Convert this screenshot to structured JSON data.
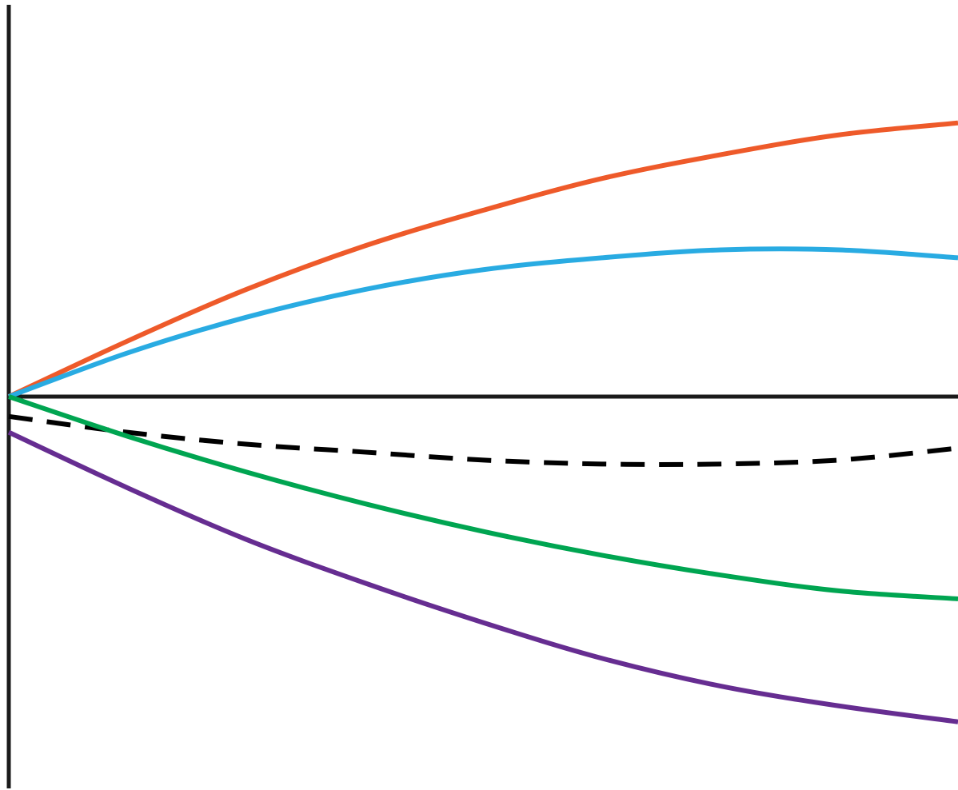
{
  "chart_data": {
    "type": "line",
    "title": "",
    "xlabel": "",
    "ylabel": "",
    "xlim": [
      0,
      1
    ],
    "ylim": [
      -1,
      1
    ],
    "grid": false,
    "legend": "none",
    "series": [
      {
        "color": "#ee5a2a",
        "dash": "solid",
        "x": [
          0,
          0.125,
          0.25,
          0.375,
          0.5,
          0.625,
          0.75,
          0.875,
          1.0
        ],
        "y": [
          0,
          0.14,
          0.27,
          0.38,
          0.47,
          0.55,
          0.61,
          0.66,
          0.69
        ]
      },
      {
        "color": "#29abe2",
        "dash": "solid",
        "x": [
          0,
          0.125,
          0.25,
          0.375,
          0.5,
          0.625,
          0.75,
          0.875,
          1.0
        ],
        "y": [
          0,
          0.11,
          0.2,
          0.27,
          0.32,
          0.35,
          0.37,
          0.37,
          0.35
        ]
      },
      {
        "color": "#000000",
        "dash": "dashed",
        "x": [
          0,
          0.125,
          0.25,
          0.375,
          0.5,
          0.625,
          0.75,
          0.875,
          1.0
        ],
        "y": [
          -0.05,
          -0.09,
          -0.12,
          -0.14,
          -0.16,
          -0.17,
          -0.17,
          -0.16,
          -0.13
        ]
      },
      {
        "color": "#00a551",
        "dash": "solid",
        "x": [
          0,
          0.125,
          0.25,
          0.375,
          0.5,
          0.625,
          0.75,
          0.875,
          1.0
        ],
        "y": [
          0,
          -0.1,
          -0.19,
          -0.27,
          -0.34,
          -0.4,
          -0.45,
          -0.49,
          -0.51
        ]
      },
      {
        "color": "#662d91",
        "dash": "solid",
        "x": [
          0,
          0.125,
          0.25,
          0.375,
          0.5,
          0.625,
          0.75,
          0.875,
          1.0
        ],
        "y": [
          -0.09,
          -0.23,
          -0.36,
          -0.47,
          -0.57,
          -0.66,
          -0.73,
          -0.78,
          -0.82
        ]
      }
    ]
  }
}
